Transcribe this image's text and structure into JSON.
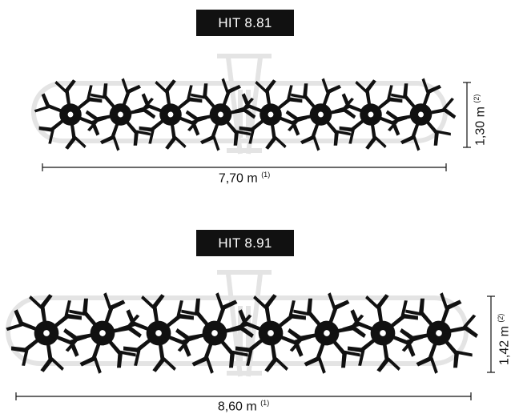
{
  "models": [
    {
      "name": "HIT 8.81",
      "rotor_count": 8,
      "width_label": "7,70 m",
      "width_note": "(1)",
      "height_label": "1,30 m",
      "height_note": "(2)"
    },
    {
      "name": "HIT 8.91",
      "rotor_count": 8,
      "width_label": "8,60 m",
      "width_note": "(1)",
      "height_label": "1,42 m",
      "height_note": "(2)"
    }
  ],
  "colors": {
    "ink": "#111111",
    "badge_bg": "#111111",
    "badge_text": "#ffffff",
    "ghost_frame": "#e4e4e4"
  },
  "icons": [
    "rotor-star-icon",
    "machine-frame-ghost-icon"
  ]
}
